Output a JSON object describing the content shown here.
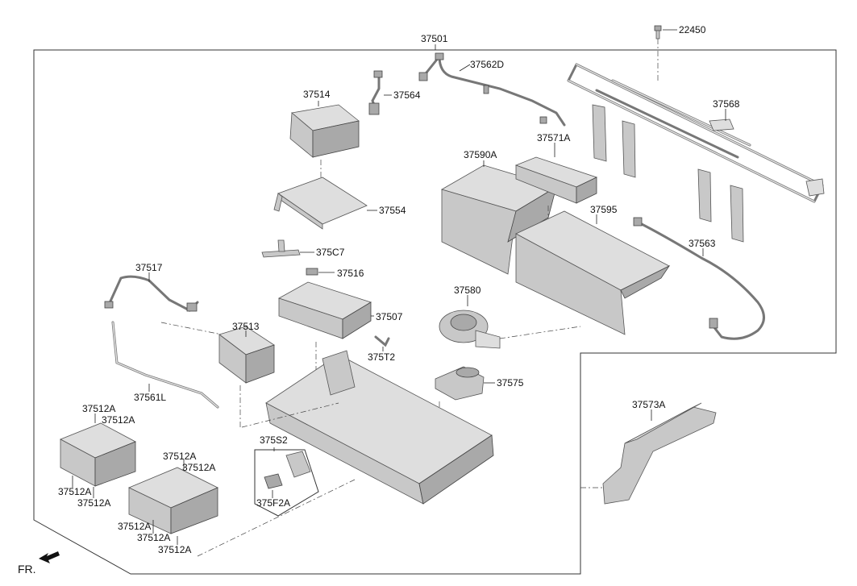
{
  "labels": {
    "l22450": "22450",
    "l37501": "37501",
    "l37562D": "37562D",
    "l37564": "37564",
    "l37514": "37514",
    "l37568": "37568",
    "l37571A": "37571A",
    "l37590A": "37590A",
    "l37554": "37554",
    "l37595": "37595",
    "l375C7": "375C7",
    "l37563": "37563",
    "l37517": "37517",
    "l37516": "37516",
    "l37580": "37580",
    "l37507": "37507",
    "l37513": "37513",
    "l375T2": "375T2",
    "l37575": "37575",
    "l37561L": "37561L",
    "l37573A": "37573A",
    "l375S2": "375S2",
    "l375F2A": "375F2A",
    "module": "37512A"
  },
  "direction": {
    "text": "FR.",
    "icon": "arrow-front-left-icon"
  }
}
